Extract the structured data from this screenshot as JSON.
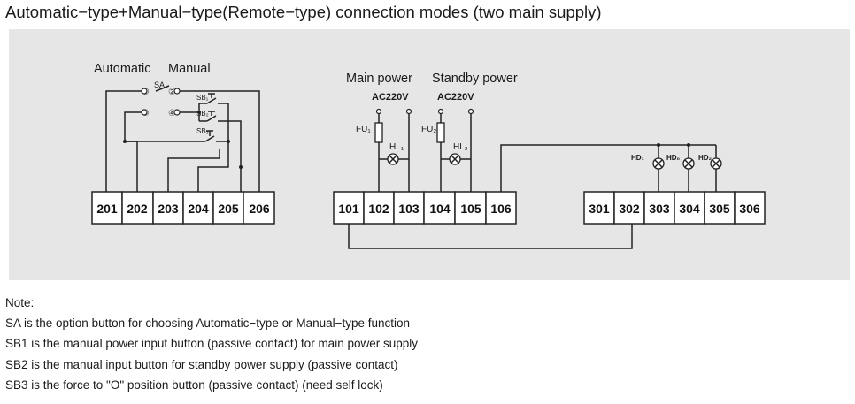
{
  "title": "Automatic−type+Manual−type(Remote−type) connection modes (two main supply)",
  "diagram": {
    "labels": {
      "automatic": "Automatic",
      "manual": "Manual",
      "sa": "SA",
      "main_power": "Main power",
      "standby_power": "Standby power",
      "ac_main": "AC220V",
      "ac_standby": "AC220V"
    },
    "contacts": {
      "c1": "①",
      "c2": "②",
      "c3": "③",
      "c4": "④",
      "sb1": "SB₁",
      "sb2": "SB₂",
      "sb3": "SB₃"
    },
    "components": {
      "fu1": "FU₁",
      "fu2": "FU₂",
      "hl1": "HL₁",
      "hl2": "HL₂",
      "hd1": "HD₁",
      "hd0": "HD₀",
      "hd2": "HD₂"
    },
    "terminal_blocks": [
      {
        "id": "block-200",
        "terminals": [
          "201",
          "202",
          "203",
          "204",
          "205",
          "206"
        ]
      },
      {
        "id": "block-100",
        "terminals": [
          "101",
          "102",
          "103",
          "104",
          "105",
          "106"
        ]
      },
      {
        "id": "block-300",
        "terminals": [
          "301",
          "302",
          "303",
          "304",
          "305",
          "306"
        ]
      }
    ]
  },
  "notes": {
    "heading": "Note:",
    "lines": [
      "SA is the option button for choosing Automatic−type or Manual−type function",
      "SB1 is the manual power input button (passive contact) for main power supply",
      "SB2 is the manual input button for standby power supply (passive contact)",
      "SB3 is the force to \"O\" position button (passive contact) (need self lock)"
    ]
  }
}
